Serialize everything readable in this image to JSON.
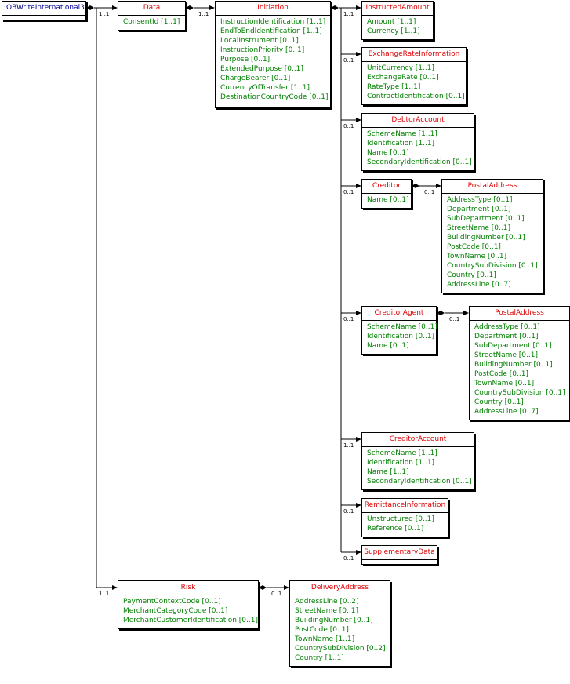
{
  "root": {
    "name": "OBWriteInternational3",
    "children": [
      {
        "key": "data",
        "name": "Data",
        "mult": "1..1",
        "attributes": [
          "ConsentId [1..1]"
        ],
        "children": [
          {
            "key": "initiation",
            "name": "Initiation",
            "mult": "1..1",
            "attributes": [
              "InstructionIdentification [1..1]",
              "EndToEndIdentification [1..1]",
              "LocalInstrument [0..1]",
              "InstructionPriority [0..1]",
              "Purpose [0..1]",
              "ExtendedPurpose [0..1]",
              "ChargeBearer [0..1]",
              "CurrencyOfTransfer [1..1]",
              "DestinationCountryCode [0..1]"
            ],
            "children": [
              {
                "key": "instructedAmount",
                "name": "InstructedAmount",
                "mult": "1..1",
                "attributes": [
                  "Amount [1..1]",
                  "Currency [1..1]"
                ]
              },
              {
                "key": "exchangeRate",
                "name": "ExchangeRateInformation",
                "mult": "0..1",
                "attributes": [
                  "UnitCurrency [1..1]",
                  "ExchangeRate [0..1]",
                  "RateType [1..1]",
                  "ContractIdentification [0..1]"
                ]
              },
              {
                "key": "debtorAccount",
                "name": "DebtorAccount",
                "mult": "0..1",
                "attributes": [
                  "SchemeName [1..1]",
                  "Identification [1..1]",
                  "Name [0..1]",
                  "SecondaryIdentification [0..1]"
                ]
              },
              {
                "key": "creditor",
                "name": "Creditor",
                "mult": "0..1",
                "attributes": [
                  "Name [0..1]"
                ],
                "children": [
                  {
                    "key": "creditorPostal",
                    "name": "PostalAddress",
                    "mult": "0..1",
                    "attributes": [
                      "AddressType [0..1]",
                      "Department [0..1]",
                      "SubDepartment [0..1]",
                      "StreetName [0..1]",
                      "BuildingNumber [0..1]",
                      "PostCode [0..1]",
                      "TownName [0..1]",
                      "CountrySubDivision [0..1]",
                      "Country [0..1]",
                      "AddressLine [0..7]"
                    ]
                  }
                ]
              },
              {
                "key": "creditorAgent",
                "name": "CreditorAgent",
                "mult": "0..1",
                "attributes": [
                  "SchemeName [0..1]",
                  "Identification [0..1]",
                  "Name [0..1]"
                ],
                "children": [
                  {
                    "key": "agentPostal",
                    "name": "PostalAddress",
                    "mult": "0..1",
                    "attributes": [
                      "AddressType [0..1]",
                      "Department [0..1]",
                      "SubDepartment [0..1]",
                      "StreetName [0..1]",
                      "BuildingNumber [0..1]",
                      "PostCode [0..1]",
                      "TownName [0..1]",
                      "CountrySubDivision [0..1]",
                      "Country [0..1]",
                      "AddressLine [0..7]"
                    ]
                  }
                ]
              },
              {
                "key": "creditorAccount",
                "name": "CreditorAccount",
                "mult": "1..1",
                "attributes": [
                  "SchemeName [1..1]",
                  "Identification [1..1]",
                  "Name [1..1]",
                  "SecondaryIdentification [0..1]"
                ]
              },
              {
                "key": "remittance",
                "name": "RemittanceInformation",
                "mult": "0..1",
                "attributes": [
                  "Unstructured [0..1]",
                  "Reference [0..1]"
                ]
              },
              {
                "key": "supplementary",
                "name": "SupplementaryData",
                "mult": "0..1",
                "attributes": []
              }
            ]
          }
        ]
      },
      {
        "key": "risk",
        "name": "Risk",
        "mult": "1..1",
        "attributes": [
          "PaymentContextCode [0..1]",
          "MerchantCategoryCode [0..1]",
          "MerchantCustomerIdentification [0..1]"
        ],
        "children": [
          {
            "key": "delivery",
            "name": "DeliveryAddress",
            "mult": "0..1",
            "attributes": [
              "AddressLine [0..2]",
              "StreetName [0..1]",
              "BuildingNumber [0..1]",
              "PostCode [0..1]",
              "TownName [1..1]",
              "CountrySubDivision [0..2]",
              "Country [1..1]"
            ]
          }
        ]
      }
    ]
  }
}
